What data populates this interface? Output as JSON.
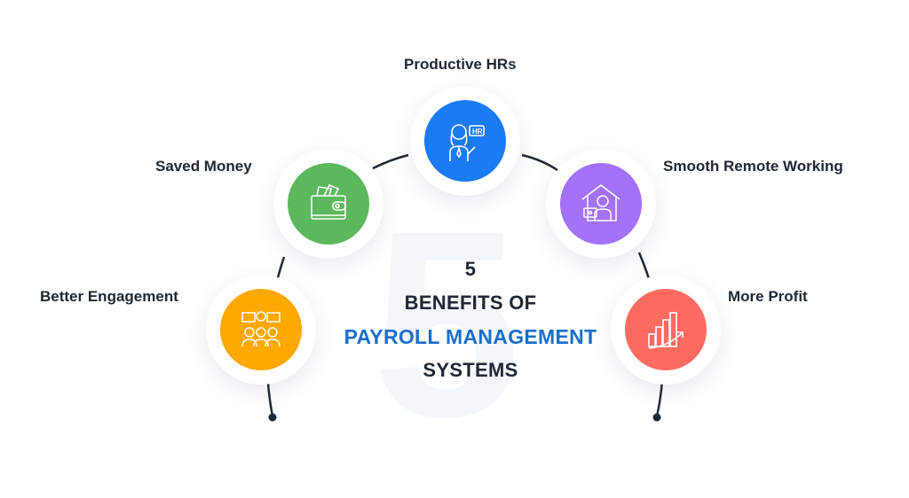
{
  "title": {
    "number": "5",
    "line1": "BENEFITS OF",
    "line2": "PAYROLL MANAGEMENT",
    "line3": "SYSTEMS",
    "accent_color": "#1b6fc9"
  },
  "benefits": [
    {
      "label": "Better Engagement",
      "icon": "team-meeting-icon",
      "color": "#ffa800"
    },
    {
      "label": "Saved Money",
      "icon": "wallet-money-icon",
      "color": "#5cb85c"
    },
    {
      "label": "Productive HRs",
      "icon": "hr-person-icon",
      "color": "#1a7bf5"
    },
    {
      "label": "Smooth Remote Working",
      "icon": "home-laptop-icon",
      "color": "#a371f7"
    },
    {
      "label": "More Profit",
      "icon": "growth-chart-icon",
      "color": "#ff6b61"
    }
  ]
}
